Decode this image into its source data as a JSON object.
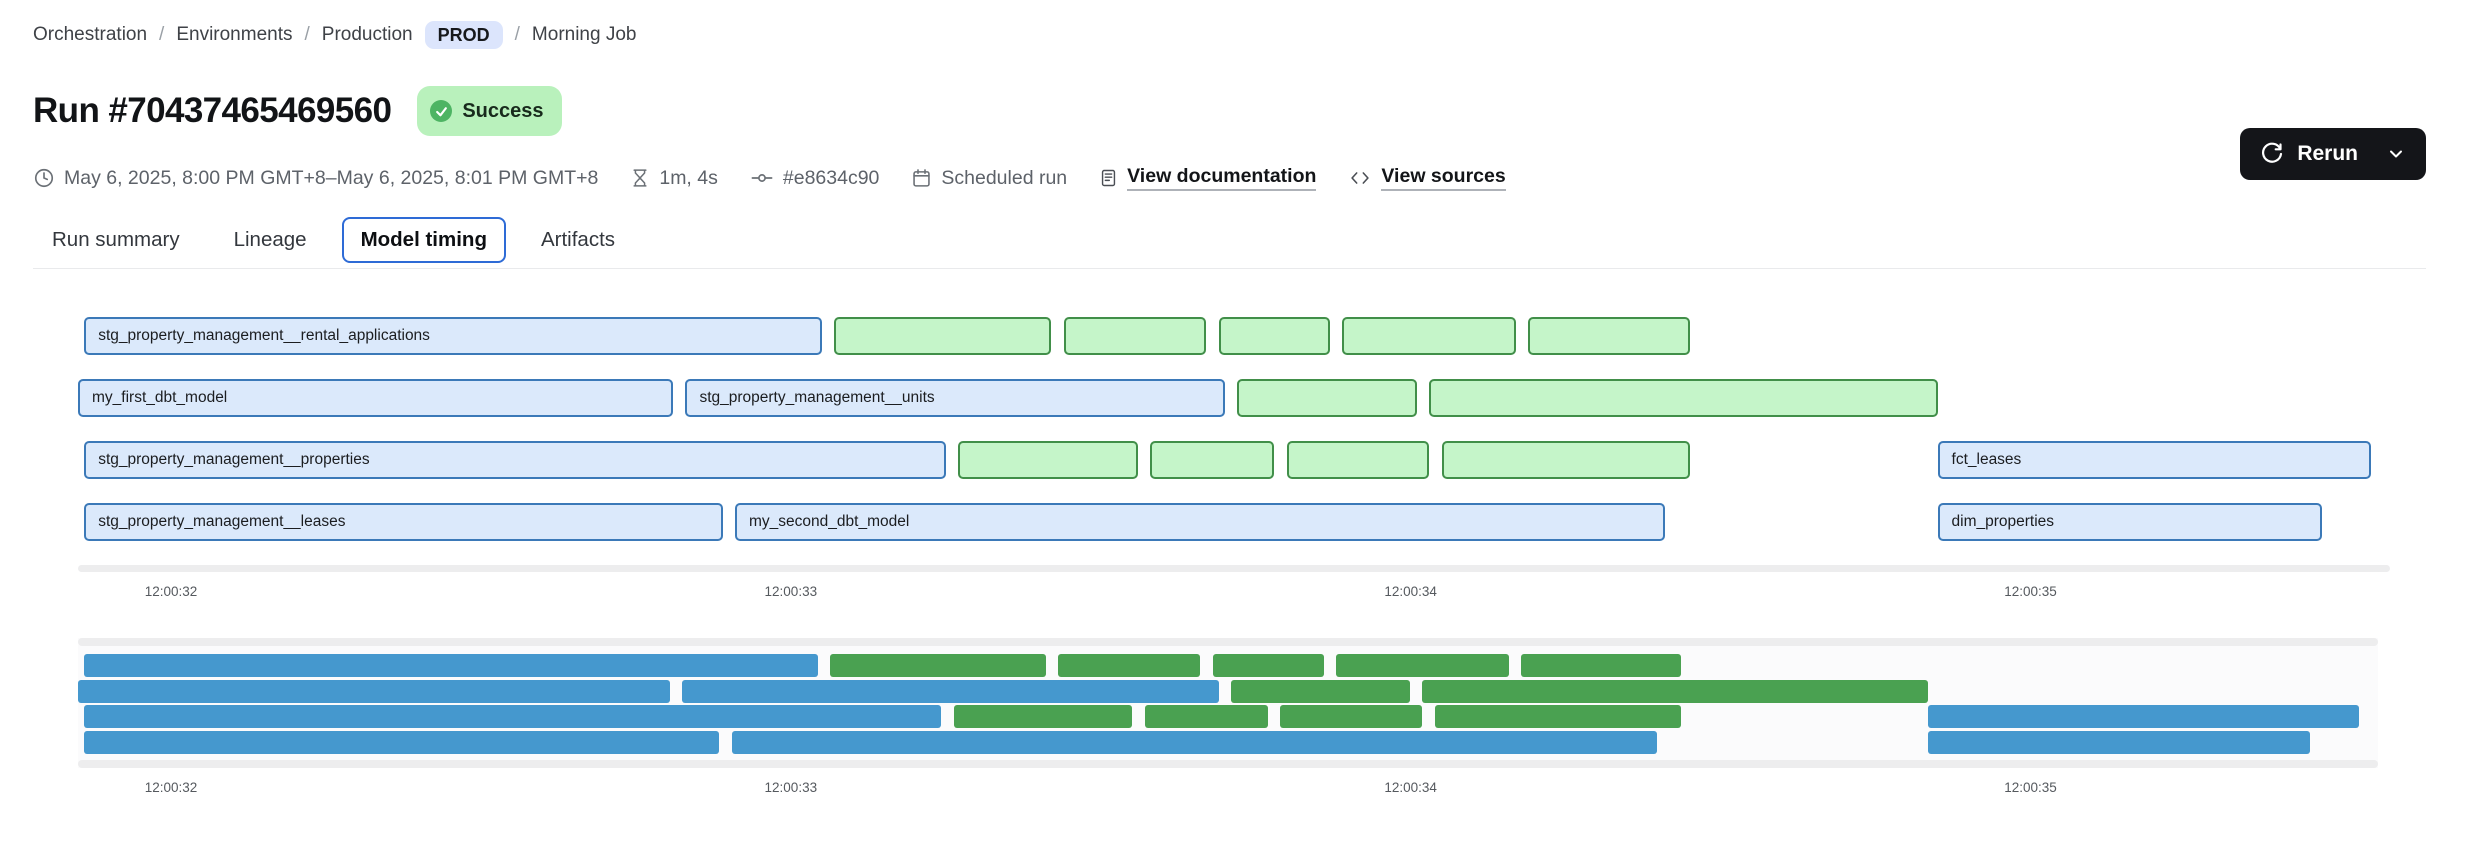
{
  "breadcrumb": {
    "separator": "/",
    "items": [
      "Orchestration",
      "Environments",
      "Production"
    ],
    "env_badge": "PROD",
    "current": "Morning Job"
  },
  "header": {
    "title": "Run #70437465469560",
    "status": "Success"
  },
  "actions": {
    "rerun_label": "Rerun"
  },
  "meta": {
    "time_range": "May 6, 2025, 8:00 PM GMT+8–May 6, 2025, 8:01 PM GMT+8",
    "duration": "1m, 4s",
    "commit": "#e8634c90",
    "trigger": "Scheduled run",
    "documentation_link": "View documentation",
    "sources_link": "View sources"
  },
  "tabs": {
    "items": [
      "Run summary",
      "Lineage",
      "Model timing",
      "Artifacts"
    ],
    "active": "Model timing"
  },
  "colors": {
    "bar_blue_fill": "#dbe9fb",
    "bar_blue_border": "#3b79b8",
    "bar_green_fill": "#c5f5c9",
    "bar_green_border": "#418f49",
    "minimap_blue": "#4598ce",
    "minimap_green": "#4aa151",
    "success_badge_bg": "#b9f1bc",
    "success_icon": "#4db463",
    "prod_badge_bg": "#dce5fc",
    "active_tab_border": "#2e6bd6",
    "rerun_button_bg": "#141519"
  },
  "chart_data": {
    "type": "gantt",
    "title": "Model timing",
    "time_base": "12:00:00",
    "x_domain_seconds": [
      31.85,
      35.58
    ],
    "grid": false,
    "ticks": [
      {
        "t": 32,
        "label": "12:00:32"
      },
      {
        "t": 33,
        "label": "12:00:33"
      },
      {
        "t": 34,
        "label": "12:00:34"
      },
      {
        "t": 35,
        "label": "12:00:35"
      }
    ],
    "rows": [
      [
        {
          "label": "stg_property_management__rental_applications",
          "color": "blue",
          "start": 31.86,
          "end": 33.05
        },
        {
          "label": "",
          "color": "green",
          "start": 33.07,
          "end": 33.42
        },
        {
          "label": "",
          "color": "green",
          "start": 33.44,
          "end": 33.67
        },
        {
          "label": "",
          "color": "green",
          "start": 33.69,
          "end": 33.87
        },
        {
          "label": "",
          "color": "green",
          "start": 33.89,
          "end": 34.17
        },
        {
          "label": "",
          "color": "green",
          "start": 34.19,
          "end": 34.45
        }
      ],
      [
        {
          "label": "my_first_dbt_model",
          "color": "blue",
          "start": 31.85,
          "end": 32.81
        },
        {
          "label": "stg_property_management__units",
          "color": "blue",
          "start": 32.83,
          "end": 33.7
        },
        {
          "label": "",
          "color": "green",
          "start": 33.72,
          "end": 34.01
        },
        {
          "label": "",
          "color": "green",
          "start": 34.03,
          "end": 34.85
        }
      ],
      [
        {
          "label": "stg_property_management__properties",
          "color": "blue",
          "start": 31.86,
          "end": 33.25
        },
        {
          "label": "",
          "color": "green",
          "start": 33.27,
          "end": 33.56
        },
        {
          "label": "",
          "color": "green",
          "start": 33.58,
          "end": 33.78
        },
        {
          "label": "",
          "color": "green",
          "start": 33.8,
          "end": 34.03
        },
        {
          "label": "",
          "color": "green",
          "start": 34.05,
          "end": 34.45
        },
        {
          "label": "fct_leases",
          "color": "blue",
          "start": 34.85,
          "end": 35.55
        }
      ],
      [
        {
          "label": "stg_property_management__leases",
          "color": "blue",
          "start": 31.86,
          "end": 32.89
        },
        {
          "label": "my_second_dbt_model",
          "color": "blue",
          "start": 32.91,
          "end": 34.41
        },
        {
          "label": "dim_properties",
          "color": "blue",
          "start": 34.85,
          "end": 35.47
        }
      ]
    ]
  }
}
